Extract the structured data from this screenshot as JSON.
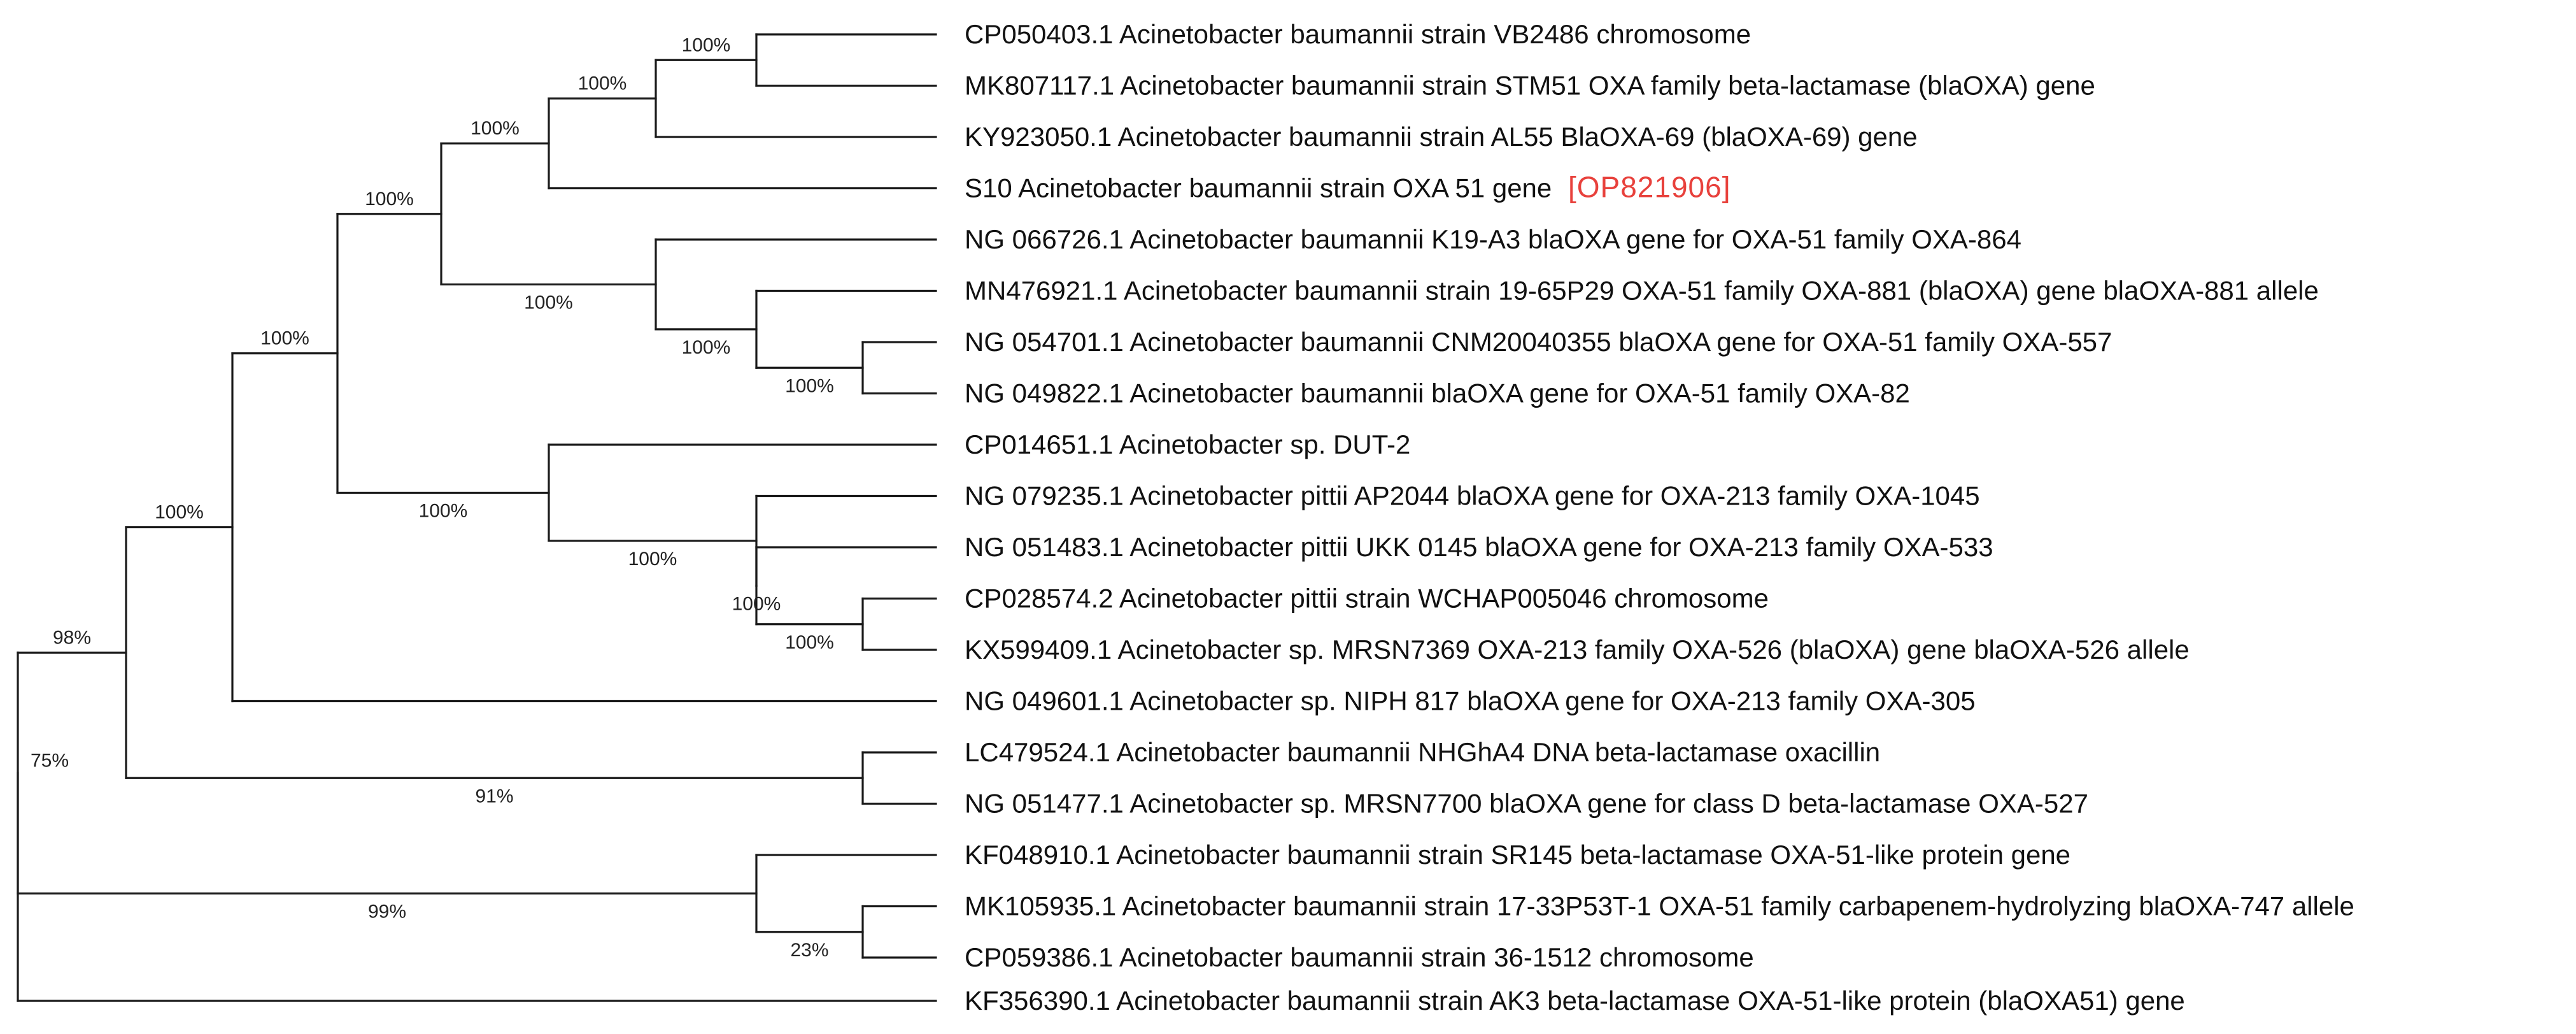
{
  "colors": {
    "branch": "#1a1a1a",
    "text": "#111111",
    "highlight": "#e8413c",
    "background": "#ffffff"
  },
  "tree": {
    "id": "root",
    "support": "75%",
    "children": [
      {
        "id": "c98",
        "support": "98%",
        "children": [
          {
            "id": "c100a",
            "support": "100%",
            "children": [
              {
                "id": "c100b",
                "support": "100%",
                "children": [
                  {
                    "id": "c100c",
                    "support": "100%",
                    "children": [
                      {
                        "id": "c100d",
                        "support": "100%",
                        "children": [
                          {
                            "id": "c100e",
                            "support": "100%",
                            "children": [
                              {
                                "id": "c100f",
                                "support": "100%",
                                "children": [
                                  {
                                    "id": "l1",
                                    "label": "CP050403.1 Acinetobacter baumannii strain VB2486 chromosome"
                                  },
                                  {
                                    "id": "l2",
                                    "label": "MK807117.1 Acinetobacter baumannii strain STM51 OXA family beta-lactamase (blaOXA) gene"
                                  }
                                ]
                              },
                              {
                                "id": "l3",
                                "label": "KY923050.1 Acinetobacter baumannii strain AL55 BlaOXA-69 (blaOXA-69) gene"
                              }
                            ]
                          },
                          {
                            "id": "l4",
                            "label": "S10 Acinetobacter baumannii strain OXA 51 gene",
                            "tag": "[OP821906]"
                          }
                        ]
                      },
                      {
                        "id": "c100g",
                        "support": "100%",
                        "children": [
                          {
                            "id": "l5",
                            "label": "NG 066726.1 Acinetobacter baumannii K19-A3 blaOXA gene for OXA-51 family OXA-864"
                          },
                          {
                            "id": "c100h",
                            "support": "100%",
                            "children": [
                              {
                                "id": "l6",
                                "label": "MN476921.1 Acinetobacter baumannii strain 19-65P29 OXA-51 family OXA-881 (blaOXA) gene blaOXA-881 allele"
                              },
                              {
                                "id": "c100i",
                                "support": "100%",
                                "children": [
                                  {
                                    "id": "l7",
                                    "label": "NG 054701.1 Acinetobacter baumannii CNM20040355 blaOXA gene for OXA-51 family OXA-557"
                                  },
                                  {
                                    "id": "l8",
                                    "label": "NG 049822.1 Acinetobacter baumannii blaOXA gene for OXA-51 family OXA-82"
                                  }
                                ]
                              }
                            ]
                          }
                        ]
                      }
                    ]
                  },
                  {
                    "id": "c100j",
                    "support": "100%",
                    "children": [
                      {
                        "id": "l9",
                        "label": "CP014651.1 Acinetobacter sp. DUT-2"
                      },
                      {
                        "id": "c100k",
                        "support": "100%",
                        "children": [
                          {
                            "id": "l10",
                            "label": "NG 079235.1 Acinetobacter pittii AP2044 blaOXA gene for OXA-213 family OXA-1045"
                          },
                          {
                            "id": "c100l",
                            "support": "100%",
                            "children": [
                              {
                                "id": "l11",
                                "label": "NG 051483.1 Acinetobacter pittii UKK 0145 blaOXA gene for OXA-213 family OXA-533"
                              },
                              {
                                "id": "c100m",
                                "support": "100%",
                                "children": [
                                  {
                                    "id": "l12",
                                    "label": "CP028574.2 Acinetobacter pittii strain WCHAP005046 chromosome"
                                  },
                                  {
                                    "id": "l13",
                                    "label": "KX599409.1 Acinetobacter sp. MRSN7369 OXA-213 family OXA-526 (blaOXA) gene blaOXA-526 allele"
                                  }
                                ]
                              }
                            ]
                          }
                        ]
                      }
                    ]
                  }
                ]
              },
              {
                "id": "l14",
                "label": "NG 049601.1 Acinetobacter sp. NIPH 817 blaOXA gene for OXA-213 family OXA-305"
              }
            ]
          },
          {
            "id": "c91",
            "support": "91%",
            "children": [
              {
                "id": "l15",
                "label": "LC479524.1 Acinetobacter baumannii NHGhA4 DNA beta-lactamase oxacillin"
              },
              {
                "id": "l16",
                "label": "NG 051477.1 Acinetobacter sp. MRSN7700 blaOXA gene for class D beta-lactamase OXA-527"
              }
            ]
          }
        ]
      },
      {
        "id": "c99",
        "support": "99%",
        "children": [
          {
            "id": "l17",
            "label": "KF048910.1 Acinetobacter baumannii strain SR145 beta-lactamase OXA-51-like protein gene"
          },
          {
            "id": "c23",
            "support": "23%",
            "children": [
              {
                "id": "l18",
                "label": "MK105935.1 Acinetobacter baumannii strain 17-33P53T-1 OXA-51 family carbapenem-hydrolyzing blaOXA-747 allele"
              },
              {
                "id": "l19",
                "label": "CP059386.1 Acinetobacter baumannii strain 36-1512 chromosome"
              }
            ]
          }
        ]
      }
    ]
  },
  "outgroup": {
    "id": "l20",
    "label": "KF356390.1 Acinetobacter baumannii strain AK3 beta-lactamase OXA-51-like protein (blaOXA51) gene"
  }
}
